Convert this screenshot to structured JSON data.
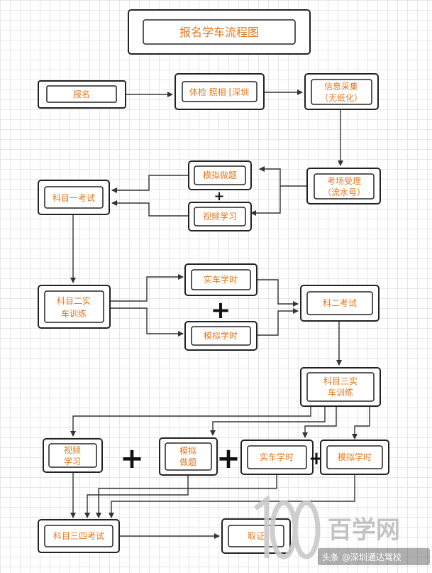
{
  "title": "报名学车流程图",
  "nodes": {
    "signup": "报名",
    "physical_exam": "体检 照相 [深圳",
    "info_collect": [
      "信息采集",
      "（无纸化）"
    ],
    "exam_accept": [
      "考场受理",
      "（流水号）"
    ],
    "mock_quiz": "模拟做题",
    "video_study": "视频学习",
    "subject1_exam": "科目一考试",
    "subject2_training": [
      "科目二实",
      "车训练"
    ],
    "real_car_hours_2": "实车学时",
    "simulator_hours_2": "模拟学时",
    "subject2_exam": "科二考试",
    "subject3_training": [
      "科目三实",
      "车训练"
    ],
    "video_study_3": [
      "视频",
      "学习"
    ],
    "mock_quiz_3": [
      "模拟",
      "做题"
    ],
    "real_car_hours_3": "实车学时",
    "simulator_hours_3": "模拟学时",
    "subject34_exam": "科目三四考试",
    "get_license": "取证"
  },
  "plus_sign": "+",
  "watermark": {
    "logo_text": "百学网",
    "credit": "头条 @深圳通达驾校"
  },
  "colors": {
    "label": "#e07a1f",
    "border": "#222222"
  }
}
